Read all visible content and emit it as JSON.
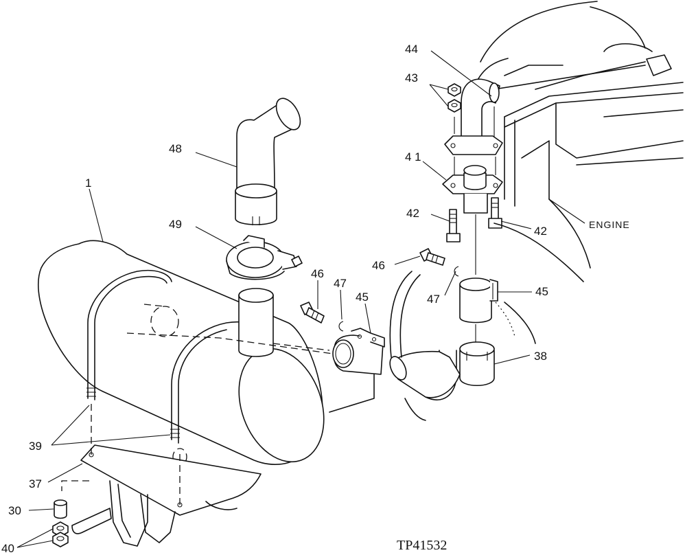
{
  "labels": {
    "l1": "1",
    "l30": "30",
    "l37": "37",
    "l38": "38",
    "l39": "39",
    "l40": "40",
    "l41": "4 1",
    "l42a": "42",
    "l42b": "42",
    "l43": "43",
    "l44": "44",
    "l45a": "45",
    "l45b": "45",
    "l46a": "46",
    "l46b": "46",
    "l47a": "47",
    "l47b": "47",
    "l48": "48",
    "l49": "49",
    "engine": "ENGINE"
  },
  "reference": "TP41532"
}
